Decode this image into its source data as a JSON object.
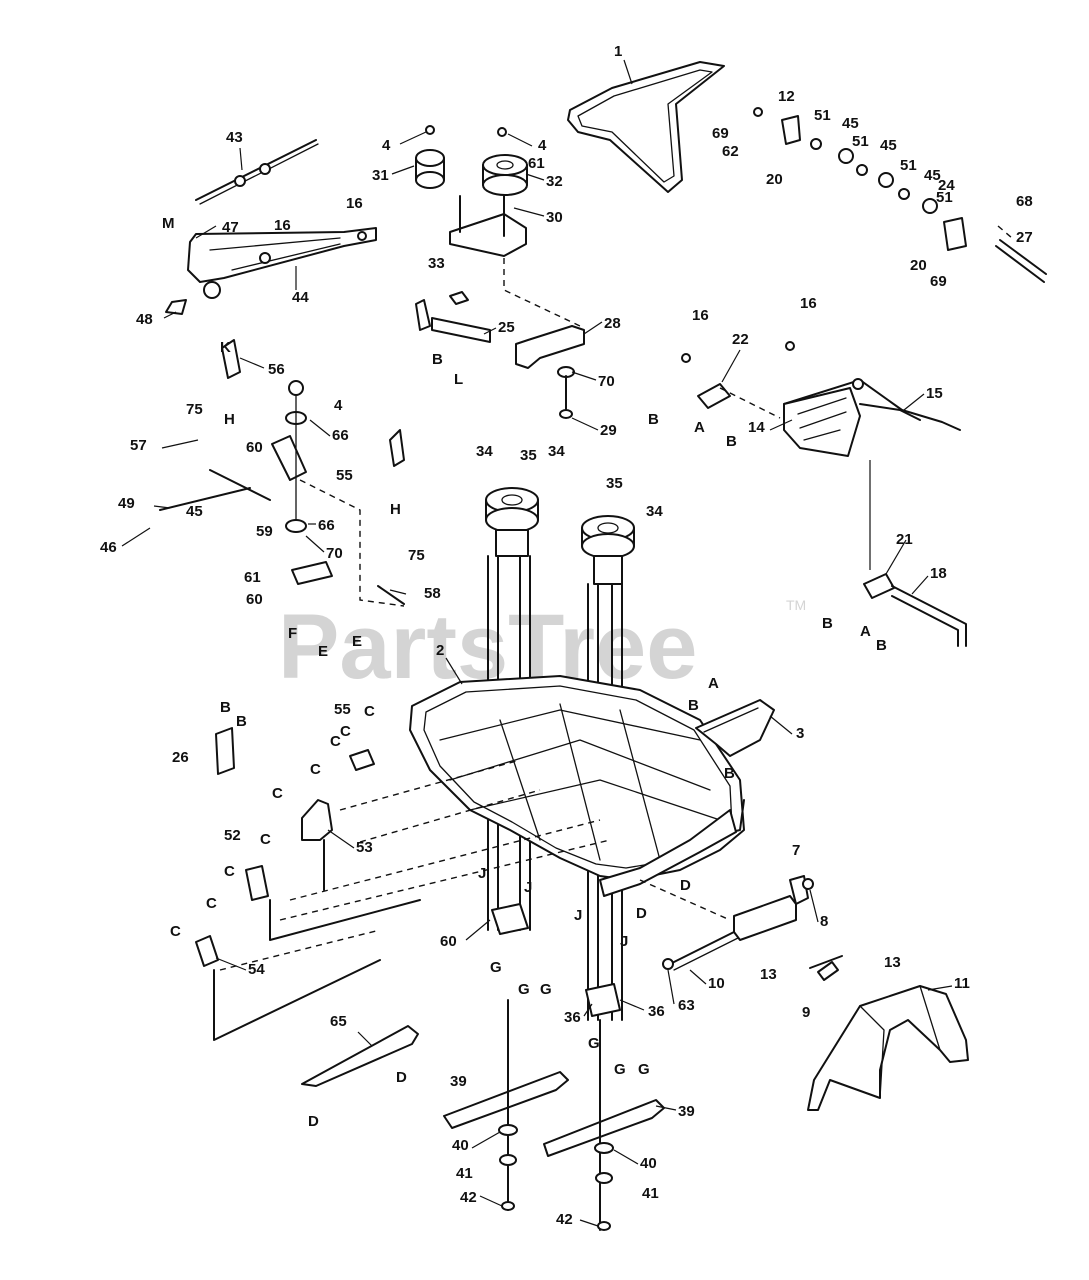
{
  "watermark": {
    "text": "PartsTree",
    "trademark": "TM"
  },
  "callouts": [
    {
      "id": "c1",
      "text": "1"
    },
    {
      "id": "c2",
      "text": "2"
    },
    {
      "id": "c3",
      "text": "3"
    },
    {
      "id": "c4a",
      "text": "4"
    },
    {
      "id": "c4b",
      "text": "4"
    },
    {
      "id": "c4c",
      "text": "4"
    },
    {
      "id": "c7",
      "text": "7"
    },
    {
      "id": "c8",
      "text": "8"
    },
    {
      "id": "c9",
      "text": "9"
    },
    {
      "id": "c10",
      "text": "10"
    },
    {
      "id": "c11",
      "text": "11"
    },
    {
      "id": "c12",
      "text": "12"
    },
    {
      "id": "c13a",
      "text": "13"
    },
    {
      "id": "c13b",
      "text": "13"
    },
    {
      "id": "c14",
      "text": "14"
    },
    {
      "id": "c15",
      "text": "15"
    },
    {
      "id": "c16a",
      "text": "16"
    },
    {
      "id": "c16b",
      "text": "16"
    },
    {
      "id": "c16c",
      "text": "16"
    },
    {
      "id": "c16d",
      "text": "16"
    },
    {
      "id": "c18",
      "text": "18"
    },
    {
      "id": "c20a",
      "text": "20"
    },
    {
      "id": "c20b",
      "text": "20"
    },
    {
      "id": "c21",
      "text": "21"
    },
    {
      "id": "c22",
      "text": "22"
    },
    {
      "id": "c24",
      "text": "24"
    },
    {
      "id": "c25",
      "text": "25"
    },
    {
      "id": "c26",
      "text": "26"
    },
    {
      "id": "c27",
      "text": "27"
    },
    {
      "id": "c28",
      "text": "28"
    },
    {
      "id": "c29",
      "text": "29"
    },
    {
      "id": "c30",
      "text": "30"
    },
    {
      "id": "c31",
      "text": "31"
    },
    {
      "id": "c32",
      "text": "32"
    },
    {
      "id": "c33",
      "text": "33"
    },
    {
      "id": "c34a",
      "text": "34"
    },
    {
      "id": "c34b",
      "text": "34"
    },
    {
      "id": "c34c",
      "text": "34"
    },
    {
      "id": "c35a",
      "text": "35"
    },
    {
      "id": "c35b",
      "text": "35"
    },
    {
      "id": "c36a",
      "text": "36"
    },
    {
      "id": "c36b",
      "text": "36"
    },
    {
      "id": "c39a",
      "text": "39"
    },
    {
      "id": "c39b",
      "text": "39"
    },
    {
      "id": "c40a",
      "text": "40"
    },
    {
      "id": "c40b",
      "text": "40"
    },
    {
      "id": "c41a",
      "text": "41"
    },
    {
      "id": "c41b",
      "text": "41"
    },
    {
      "id": "c42a",
      "text": "42"
    },
    {
      "id": "c42b",
      "text": "42"
    },
    {
      "id": "c43",
      "text": "43"
    },
    {
      "id": "c44",
      "text": "44"
    },
    {
      "id": "c45a",
      "text": "45"
    },
    {
      "id": "c45b",
      "text": "45"
    },
    {
      "id": "c45c",
      "text": "45"
    },
    {
      "id": "c45d",
      "text": "45"
    },
    {
      "id": "c46",
      "text": "46"
    },
    {
      "id": "c47",
      "text": "47"
    },
    {
      "id": "c48",
      "text": "48"
    },
    {
      "id": "c49",
      "text": "49"
    },
    {
      "id": "c51a",
      "text": "51"
    },
    {
      "id": "c51b",
      "text": "51"
    },
    {
      "id": "c51c",
      "text": "51"
    },
    {
      "id": "c51d",
      "text": "51"
    },
    {
      "id": "c52",
      "text": "52"
    },
    {
      "id": "c53",
      "text": "53"
    },
    {
      "id": "c54",
      "text": "54"
    },
    {
      "id": "c55a",
      "text": "55"
    },
    {
      "id": "c55b",
      "text": "55"
    },
    {
      "id": "c56",
      "text": "56"
    },
    {
      "id": "c57",
      "text": "57"
    },
    {
      "id": "c58",
      "text": "58"
    },
    {
      "id": "c59",
      "text": "59"
    },
    {
      "id": "c60a",
      "text": "60"
    },
    {
      "id": "c60b",
      "text": "60"
    },
    {
      "id": "c60c",
      "text": "60"
    },
    {
      "id": "c61a",
      "text": "61"
    },
    {
      "id": "c61b",
      "text": "61"
    },
    {
      "id": "c62",
      "text": "62"
    },
    {
      "id": "c63",
      "text": "63"
    },
    {
      "id": "c65",
      "text": "65"
    },
    {
      "id": "c66a",
      "text": "66"
    },
    {
      "id": "c66b",
      "text": "66"
    },
    {
      "id": "c68",
      "text": "68"
    },
    {
      "id": "c69a",
      "text": "69"
    },
    {
      "id": "c69b",
      "text": "69"
    },
    {
      "id": "c70a",
      "text": "70"
    },
    {
      "id": "c70b",
      "text": "70"
    },
    {
      "id": "c75a",
      "text": "75"
    },
    {
      "id": "c75b",
      "text": "75"
    }
  ],
  "letters": [
    {
      "id": "lM",
      "text": "M"
    },
    {
      "id": "lB1",
      "text": "B"
    },
    {
      "id": "lL",
      "text": "L"
    },
    {
      "id": "lK",
      "text": "K"
    },
    {
      "id": "lH1",
      "text": "H"
    },
    {
      "id": "lH2",
      "text": "H"
    },
    {
      "id": "lF",
      "text": "F"
    },
    {
      "id": "lE1",
      "text": "E"
    },
    {
      "id": "lE2",
      "text": "E"
    },
    {
      "id": "lB2",
      "text": "B"
    },
    {
      "id": "lA1",
      "text": "A"
    },
    {
      "id": "lB3",
      "text": "B"
    },
    {
      "id": "lB4",
      "text": "B"
    },
    {
      "id": "lA2",
      "text": "A"
    },
    {
      "id": "lB5",
      "text": "B"
    },
    {
      "id": "lA3",
      "text": "A"
    },
    {
      "id": "lB6",
      "text": "B"
    },
    {
      "id": "lB7",
      "text": "B"
    },
    {
      "id": "lB8",
      "text": "B"
    },
    {
      "id": "lB9",
      "text": "B"
    },
    {
      "id": "lC1",
      "text": "C"
    },
    {
      "id": "lC2",
      "text": "C"
    },
    {
      "id": "lC3",
      "text": "C"
    },
    {
      "id": "lC4",
      "text": "C"
    },
    {
      "id": "lC5",
      "text": "C"
    },
    {
      "id": "lC6",
      "text": "C"
    },
    {
      "id": "lC7",
      "text": "C"
    },
    {
      "id": "lC8",
      "text": "C"
    },
    {
      "id": "lC9",
      "text": "C"
    },
    {
      "id": "lJ1",
      "text": "J"
    },
    {
      "id": "lJ2",
      "text": "J"
    },
    {
      "id": "lJ3",
      "text": "J"
    },
    {
      "id": "lJ4",
      "text": "J"
    },
    {
      "id": "lD1",
      "text": "D"
    },
    {
      "id": "lD2",
      "text": "D"
    },
    {
      "id": "lD3",
      "text": "D"
    },
    {
      "id": "lD4",
      "text": "D"
    },
    {
      "id": "lG1",
      "text": "G"
    },
    {
      "id": "lG2",
      "text": "G"
    },
    {
      "id": "lG3",
      "text": "G"
    },
    {
      "id": "lG4",
      "text": "G"
    },
    {
      "id": "lG5",
      "text": "G"
    },
    {
      "id": "lG6",
      "text": "G"
    }
  ]
}
